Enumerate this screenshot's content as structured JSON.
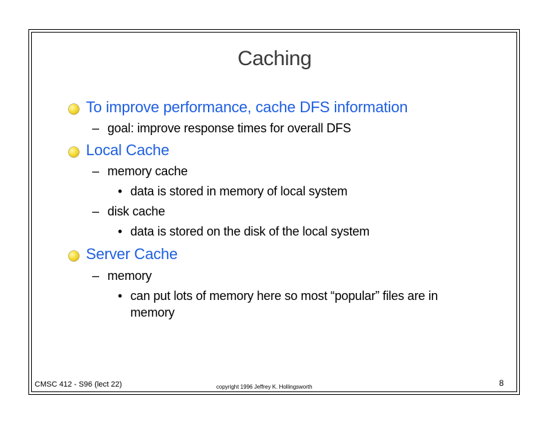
{
  "slide": {
    "title": "Caching",
    "sections": [
      {
        "heading": "To improve performance, cache DFS information",
        "items": [
          {
            "text": "goal: improve response times for overall DFS",
            "subitems": []
          }
        ]
      },
      {
        "heading": "Local Cache",
        "items": [
          {
            "text": "memory cache",
            "subitems": [
              "data is stored in memory of local system"
            ]
          },
          {
            "text": "disk cache",
            "subitems": [
              "data is stored on the disk of the local system"
            ]
          }
        ]
      },
      {
        "heading": "Server Cache",
        "items": [
          {
            "text": "memory",
            "subitems": [
              "can put lots of memory here so most “popular” files are in",
              "memory"
            ]
          }
        ]
      }
    ],
    "dash_glyph": "–",
    "bullet_glyph": "•",
    "bullet_icon": "yellow-sphere-bullet-icon",
    "heading_color": "#1f5fe0",
    "title_color": "#3a3a3a"
  },
  "footer": {
    "course": "CMSC 412 - S96  (lect 22)",
    "copyright": "copyright 1996  Jeffrey K. Hollingsworth",
    "page_number": "8"
  }
}
